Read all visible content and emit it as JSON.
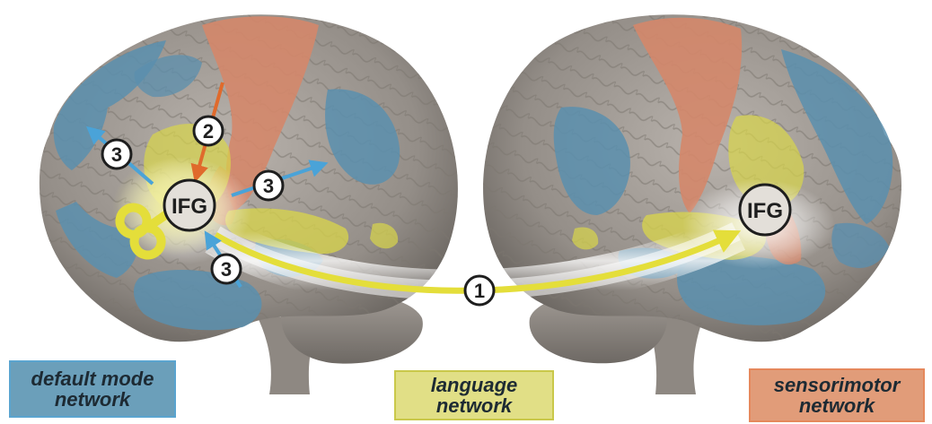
{
  "colors": {
    "default_mode": "#5b8fae",
    "language": "#d9d64a",
    "sensorimotor": "#d4876a",
    "cortex": "#9a948e",
    "arrow_blue": "#4aa3d8",
    "arrow_orange": "#e06a2c",
    "pathway_yellow": "#e4de3a"
  },
  "diagram": {
    "left_hub_label": "IFG",
    "right_hub_label": "IFG",
    "pathway_number": "1",
    "orange_arrow_number": "2",
    "blue_arrow_numbers": [
      "3",
      "3",
      "3"
    ],
    "icons": [
      "left-brain-lateral-view",
      "right-brain-lateral-view",
      "wind-up-key-icon"
    ]
  },
  "legend": {
    "default_mode": {
      "line1": "default mode",
      "line2": "network"
    },
    "language": {
      "line1": "language",
      "line2": "network"
    },
    "sensorimotor": {
      "line1": "sensorimotor",
      "line2": "network"
    }
  }
}
